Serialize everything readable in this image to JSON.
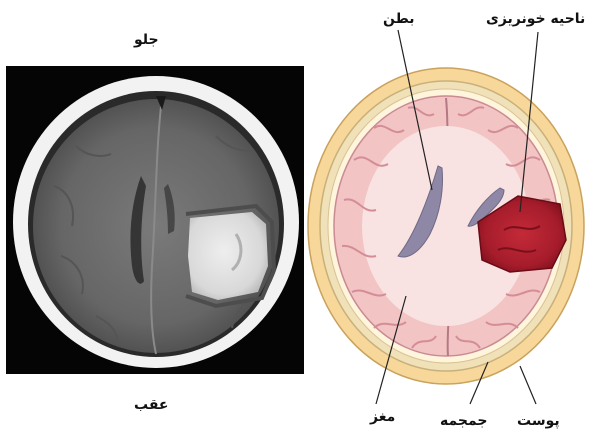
{
  "ct_scan": {
    "top_label": "جلو",
    "bottom_label": "عقب"
  },
  "diagram": {
    "labels": {
      "ventricle": "بطن",
      "hemorrhage_area": "ناحیه خونریزی",
      "brain": "مغز",
      "skull": "جمجمه",
      "skin": "پوست"
    }
  },
  "colors": {
    "ct_background": "#050505",
    "ct_skull": "#f2f2f2",
    "ct_brain": "#6e6e6e",
    "ct_hemorrhage": "#dedede",
    "scalp_skin": "#f7d79a",
    "skull_bone": "#f0e1b8",
    "brain_tissue": "#f2c4c4",
    "brain_folds": "#e3a3a8",
    "ventricle": "#8e88a6",
    "hemorrhage": "#a51c2b",
    "leader_lines": "#222222"
  }
}
